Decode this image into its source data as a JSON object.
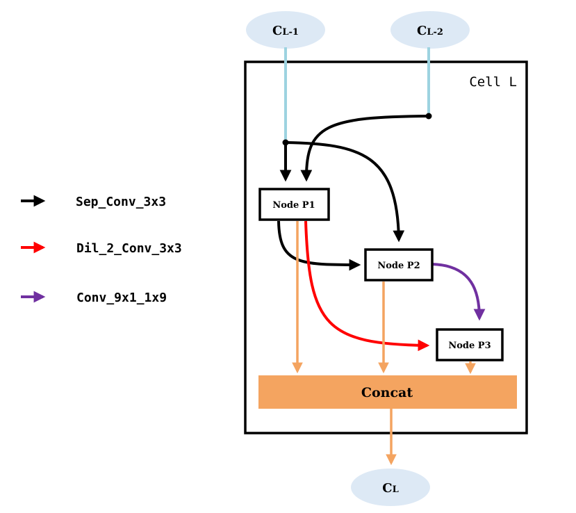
{
  "inputs": {
    "c_l_minus_1": {
      "main": "C",
      "sub": "L-1"
    },
    "c_l_minus_2": {
      "main": "C",
      "sub": "L-2"
    }
  },
  "output": {
    "main": "C",
    "sub": "L"
  },
  "cell": {
    "label": "Cell L"
  },
  "nodes": {
    "p1": "Node P1",
    "p2": "Node P2",
    "p3": "Node P3"
  },
  "concat": {
    "label": "Concat"
  },
  "legend": [
    {
      "label": "Sep_Conv_3x3",
      "color": "#000000"
    },
    {
      "label": "Dil_2_Conv_3x3",
      "color": "#ff0000"
    },
    {
      "label": "Conv_9x1_1x9",
      "color": "#7030a0"
    }
  ],
  "colors": {
    "input_link": "#9dd3e0",
    "concat_fill": "#f4a460",
    "concat_arrow": "#f4a460",
    "ellipse_fill": "#dde9f5"
  }
}
